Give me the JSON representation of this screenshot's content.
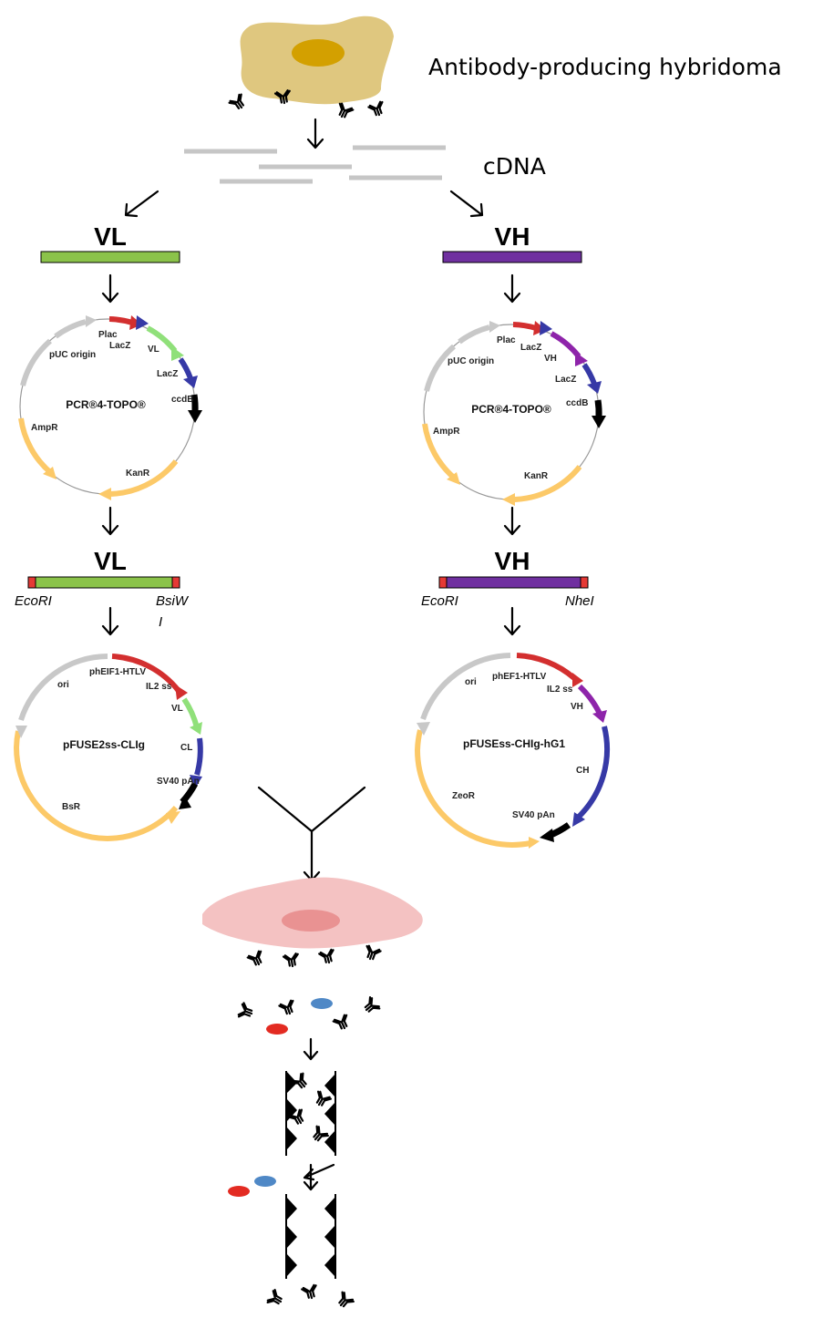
{
  "labels": {
    "hybridoma": "Antibody-producing hybridoma",
    "cdna": "cDNA",
    "vl": "VL",
    "vh": "VH",
    "vl_cut": "VL",
    "vh_cut": "VH"
  },
  "restriction_sites": {
    "vl_left": "EcoRI",
    "vl_right_line1": "BsiW",
    "vl_right_line2": "I",
    "vh_left": "EcoRI",
    "vh_right": "NheI"
  },
  "plasmids": {
    "topo_vl": {
      "name": "PCR®4-TOPO®",
      "features": {
        "plac": "Plac",
        "lacz1": "LacZ",
        "insert": "VL",
        "lacz2": "LacZ",
        "ccdb": "ccdB",
        "kanr": "KanR",
        "ampr": "AmpR",
        "puc": "pUC origin"
      }
    },
    "topo_vh": {
      "name": "PCR®4-TOPO®",
      "features": {
        "plac": "Plac",
        "lacz1": "LacZ",
        "insert": "VH",
        "lacz2": "LacZ",
        "ccdb": "ccdB",
        "kanr": "KanR",
        "ampr": "AmpR",
        "puc": "pUC origin"
      }
    },
    "fuse_light": {
      "name": "pFUSE2ss-CLIg",
      "features": {
        "promoter": "phEIF1-HTLV",
        "signal": "IL2 ss",
        "insert": "VL",
        "constant": "CL",
        "polya": "SV40 pAn",
        "resistance": "BsR",
        "origin": "ori"
      }
    },
    "fuse_heavy": {
      "name": "pFUSEss-CHIg-hG1",
      "features": {
        "promoter": "phEF1-HTLV",
        "signal": "IL2 ss",
        "insert": "VH",
        "constant": "CH",
        "polya": "SV40 pAn",
        "resistance": "ZeoR",
        "origin": "ori"
      }
    }
  },
  "colors": {
    "hybridoma_cell": "#dfc77f",
    "hybridoma_nucleus": "#d3a000",
    "vl_green": "#8bc34a",
    "vh_purple": "#7030a0",
    "site_red": "#e53935",
    "promoter_red": "#d32f2f",
    "resistance_yellow": "#fcc968",
    "origin_gray": "#c8c8c8",
    "lacz_blue": "#3639a6",
    "light_green": "#90e07a",
    "transfected_cell": "#f4c2c2",
    "transfected_nucleus": "#e99292",
    "contaminant_red": "#e32b22",
    "contaminant_blue": "#4f88c6"
  }
}
